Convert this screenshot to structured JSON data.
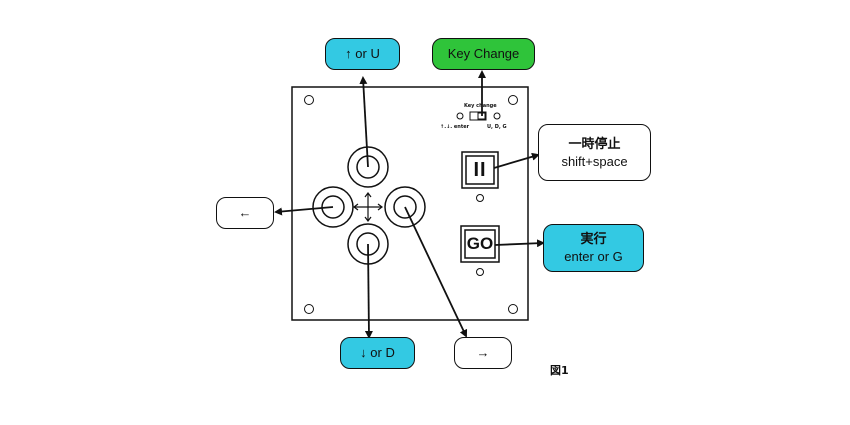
{
  "labels": {
    "up": "↑ or U",
    "key_change": "Key Change",
    "pause_title": "一時停止",
    "pause_keys": "shift+space",
    "left": "←",
    "go_title": "実行",
    "go_keys": "enter or G",
    "down": "↓ or D",
    "right": "→"
  },
  "panel": {
    "switch_caption": "Key change",
    "switch_left": "↑.↓. enter",
    "switch_right": "U, D, G",
    "pause_button_symbol": "II",
    "go_button_text": "GO"
  },
  "figure_caption": "図1",
  "colors": {
    "cyan": "#33c9e3",
    "green": "#2fc43a",
    "line": "#111111"
  }
}
